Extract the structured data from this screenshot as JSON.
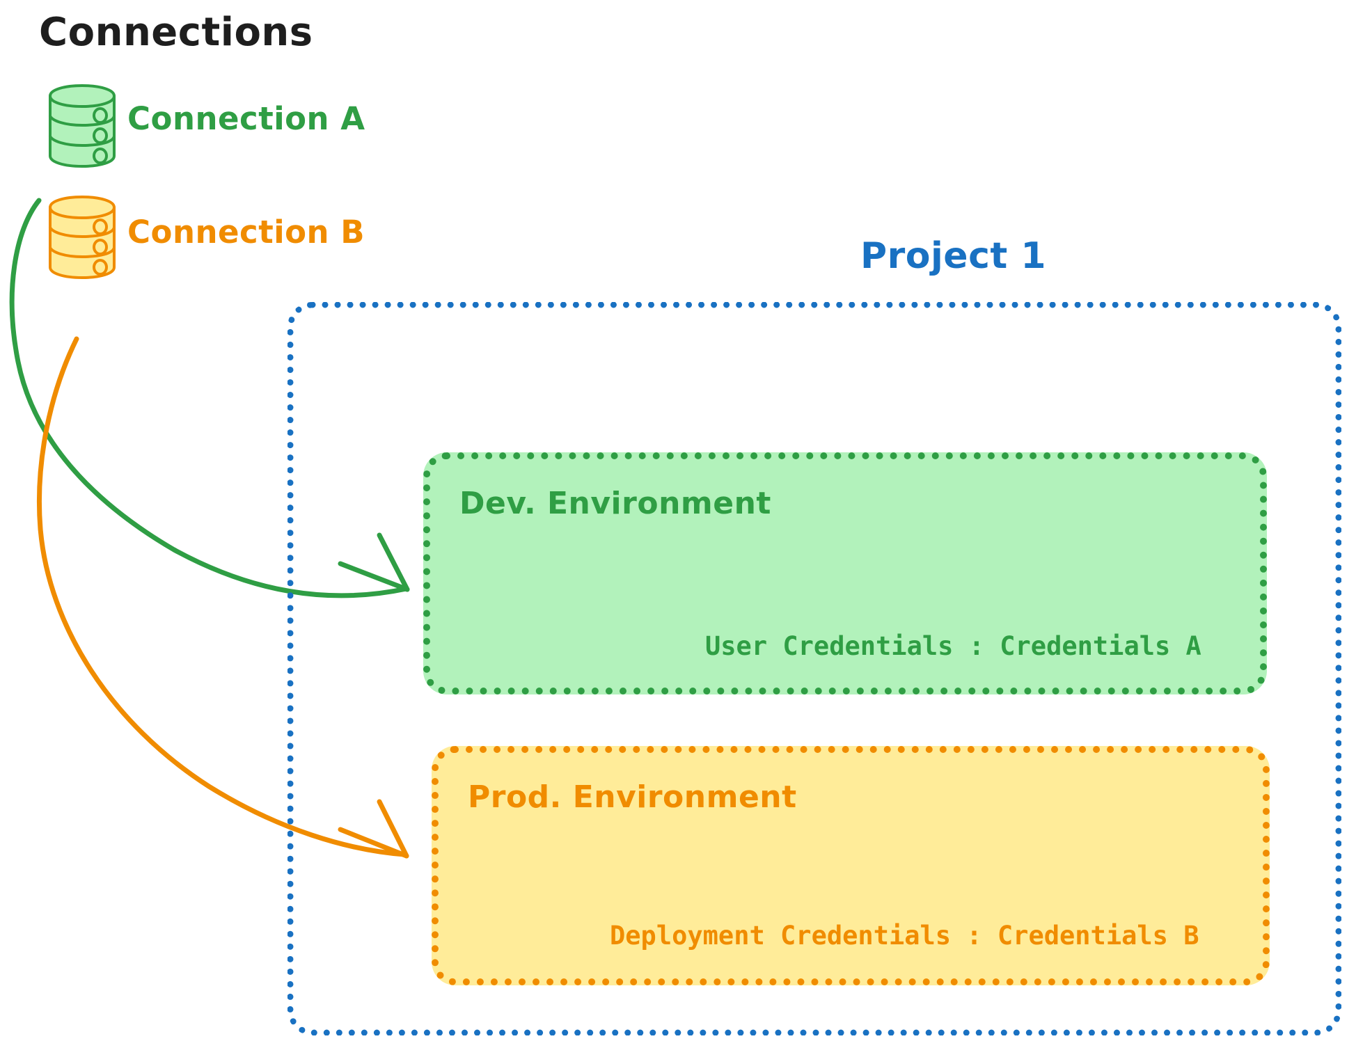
{
  "diagram": {
    "title": "Connections",
    "connections": [
      {
        "label": "Connection A",
        "color": "#2f9e44",
        "icon": "database-icon"
      },
      {
        "label": "Connection B",
        "color": "#f08c00",
        "icon": "database-icon"
      }
    ],
    "project": {
      "label": "Project 1",
      "color": "#1971c2",
      "environments": [
        {
          "title": "Dev. Environment",
          "credentials": "User Credentials : Credentials A",
          "color": "#2f9e44",
          "fill": "#b2f2bb"
        },
        {
          "title": "Prod. Environment",
          "credentials": "Deployment Credentials : Credentials B",
          "color": "#f08c00",
          "fill": "#ffec99"
        }
      ]
    },
    "arrows": [
      {
        "name": "connection-a-to-dev-environment",
        "color": "#2f9e44"
      },
      {
        "name": "connection-b-to-prod-environment",
        "color": "#f08c00"
      }
    ]
  }
}
